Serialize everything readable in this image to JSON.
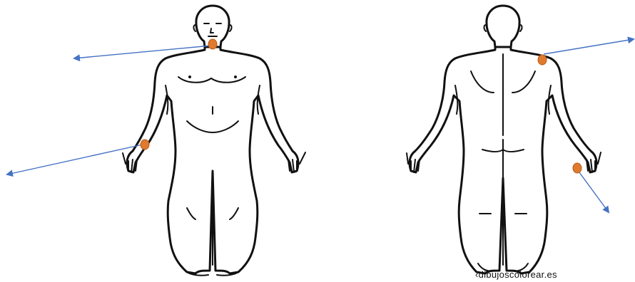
{
  "colors": {
    "marker_fill": "#E07A2E",
    "marker_stroke": "#B85A15",
    "arrow": "#4472C4",
    "outline": "#111111",
    "background": "#FFFFFF"
  },
  "figures": [
    {
      "view": "front",
      "marker_names": [
        "neck-marker",
        "right-wrist-marker"
      ]
    },
    {
      "view": "back",
      "marker_names": [
        "left-shoulder-marker",
        "right-hand-marker"
      ]
    }
  ],
  "watermark": "dibujoscolorear.es"
}
